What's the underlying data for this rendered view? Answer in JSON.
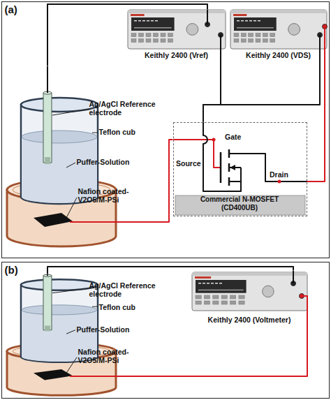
{
  "diagram": {
    "nodes": [
      {
        "text": [
          "(a)"
        ]
      },
      {
        "text": [
          "Keithly 2400 (Vref)"
        ],
        "in": 0
      },
      {
        "text": [
          "Keithly 2400 (VDS)"
        ],
        "in": 0
      },
      {
        "text": [
          "Ag/AgCl Reference electrode",
          "Teflon cub",
          "Puffer-Solution",
          "Nafion coated-V2O5/M-PSi"
        ],
        "in": 0
      },
      {
        "text": [
          "Commercial N-MOSFET (CD400UB)"
        ],
        "in": 0
      },
      {
        "text": [
          "(b)"
        ]
      },
      {
        "text": [
          "Ag/AgCl Reference electrode",
          "Teflon cub",
          "Puffer-Solution",
          "Nafion coated-V2O5/M-PSi"
        ],
        "in": 5
      },
      {
        "text": [
          "Keithly 2400 (Voltmeter)"
        ],
        "in": 5
      }
    ],
    "edges": [
      {
        "from": 3,
        "to": 1,
        "arrow": "none"
      },
      {
        "from": 1,
        "to": 4,
        "arrow": "none"
      },
      {
        "from": 2,
        "to": 4,
        "arrow": "none"
      },
      {
        "from": 2,
        "to": 4,
        "arrow": "none"
      },
      {
        "from": 3,
        "to": 4,
        "arrow": "none"
      },
      {
        "from": 6,
        "to": 7,
        "arrow": "none"
      },
      {
        "from": 6,
        "to": 7,
        "arrow": "none"
      }
    ],
    "labels": [
      "Gate",
      "Source",
      "Drain"
    ]
  }
}
